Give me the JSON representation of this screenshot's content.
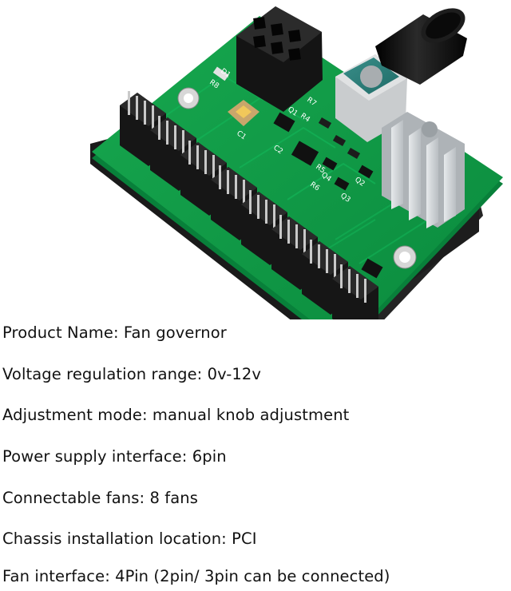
{
  "board": {
    "silkscreen": [
      "R8",
      "C1",
      "C2",
      "R4",
      "R6",
      "Q1",
      "R5",
      "Q2",
      "D1",
      "R7",
      "Q3",
      "Q4"
    ]
  },
  "specs": [
    "Product Name: Fan governor",
    "Voltage regulation range: 0v-12v",
    "Adjustment mode: manual knob adjustment",
    "Power supply interface: 6pin",
    "Connectable fans: 8 fans",
    "Chassis installation location: PCI",
    "Fan interface: 4Pin (2pin/ 3pin can be connected)"
  ],
  "colors": {
    "pcb": "#0e9a45",
    "pcb_dark": "#08803a",
    "foam": "#1e1e1e",
    "connector": "#161616",
    "pin": "#c9c9c9",
    "knob": "#0b0b0b",
    "heatsink": "#d5d9dc"
  }
}
